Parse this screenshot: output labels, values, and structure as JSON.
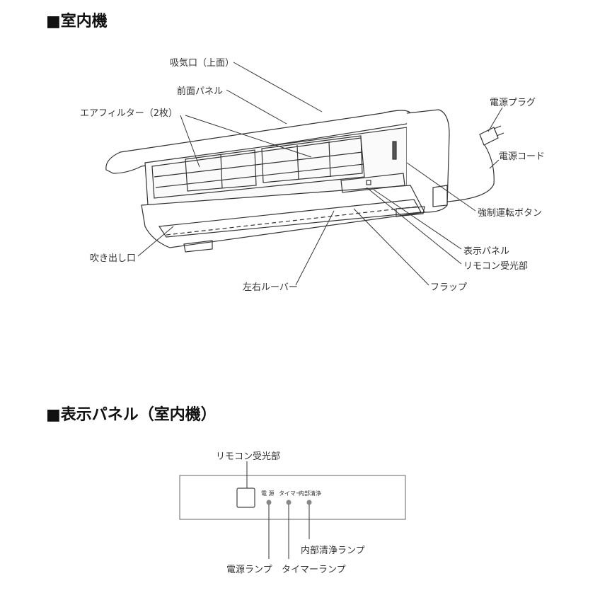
{
  "section1": {
    "title": "■室内機",
    "labels": {
      "intake": "吸気口（上面）",
      "front_panel": "前面パネル",
      "air_filter": "エアフィルター（2枚）",
      "power_plug": "電源プラグ",
      "power_cord": "電源コード",
      "forced_button": "強制運転ボタン",
      "display_panel": "表示パネル",
      "remote_receiver": "リモコン受光部",
      "flap": "フラップ",
      "louver": "左右ルーバー",
      "outlet": "吹き出し口"
    }
  },
  "section2": {
    "title": "■表示パネル（室内機）",
    "receiver_label": "リモコン受光部",
    "panel_text": {
      "power": "電 源",
      "timer": "タイマー",
      "clean": "内部清浄"
    },
    "lamps": {
      "power": "電源ランプ",
      "timer": "タイマーランプ",
      "clean": "内部清浄ランプ"
    },
    "lamp_color": "#888888"
  }
}
